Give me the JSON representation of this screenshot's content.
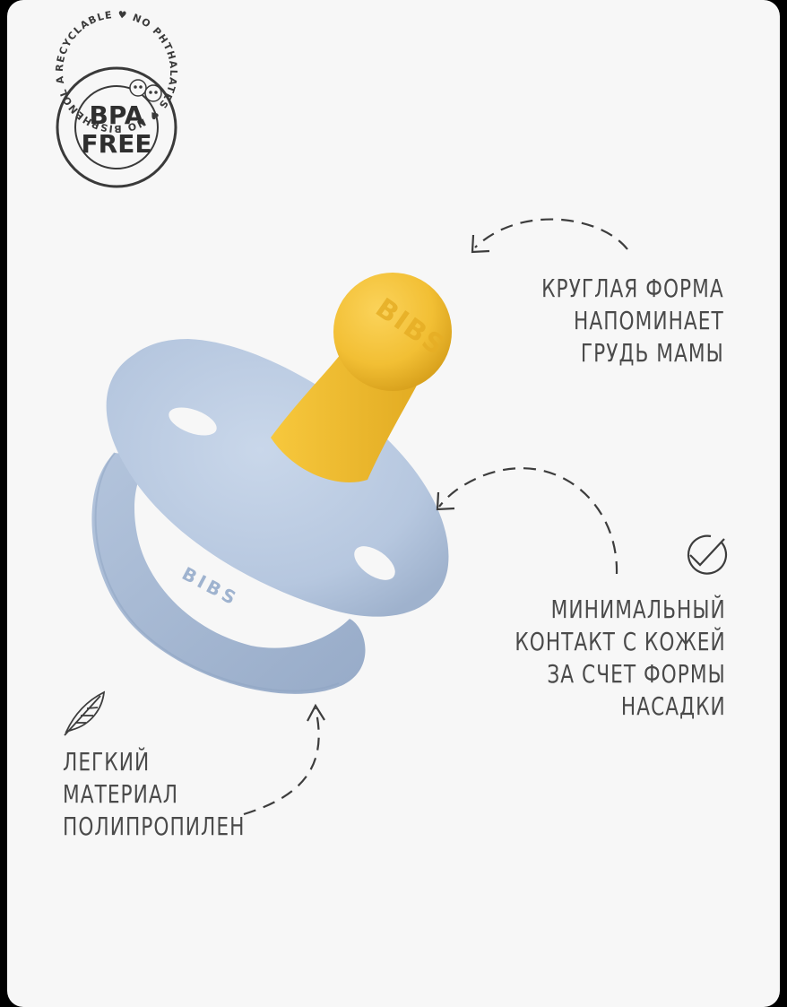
{
  "badge": {
    "ring_text": "RECYCLABLE ♥ NO PHTHALATES ♥ NO BISPHENOL A* ♥",
    "center_line1": "BPA",
    "center_line2": "FREE"
  },
  "product": {
    "brand_nipple": "BIBS",
    "brand_ring": "BIBS",
    "shield_color": "#b8c9e0",
    "nipple_color": "#f3c13a"
  },
  "features": {
    "breast": [
      "КРУГЛАЯ ФОРМА",
      "НАПОМИНАЕТ",
      "ГРУДЬ МАМЫ"
    ],
    "contact": [
      "МИНИМАЛЬНЫЙ",
      "КОНТАКТ С КОЖЕЙ",
      "ЗА СЧЕТ ФОРМЫ",
      "НАСАДКИ"
    ],
    "material": [
      "ЛЕГКИЙ",
      "МАТЕРИАЛ",
      "ПОЛИПРОПИЛЕН"
    ]
  },
  "icons": {
    "check": "check-circle-icon",
    "feather": "feather-icon"
  },
  "colors": {
    "background": "#f7f7f7",
    "text": "#4a4a4a"
  }
}
